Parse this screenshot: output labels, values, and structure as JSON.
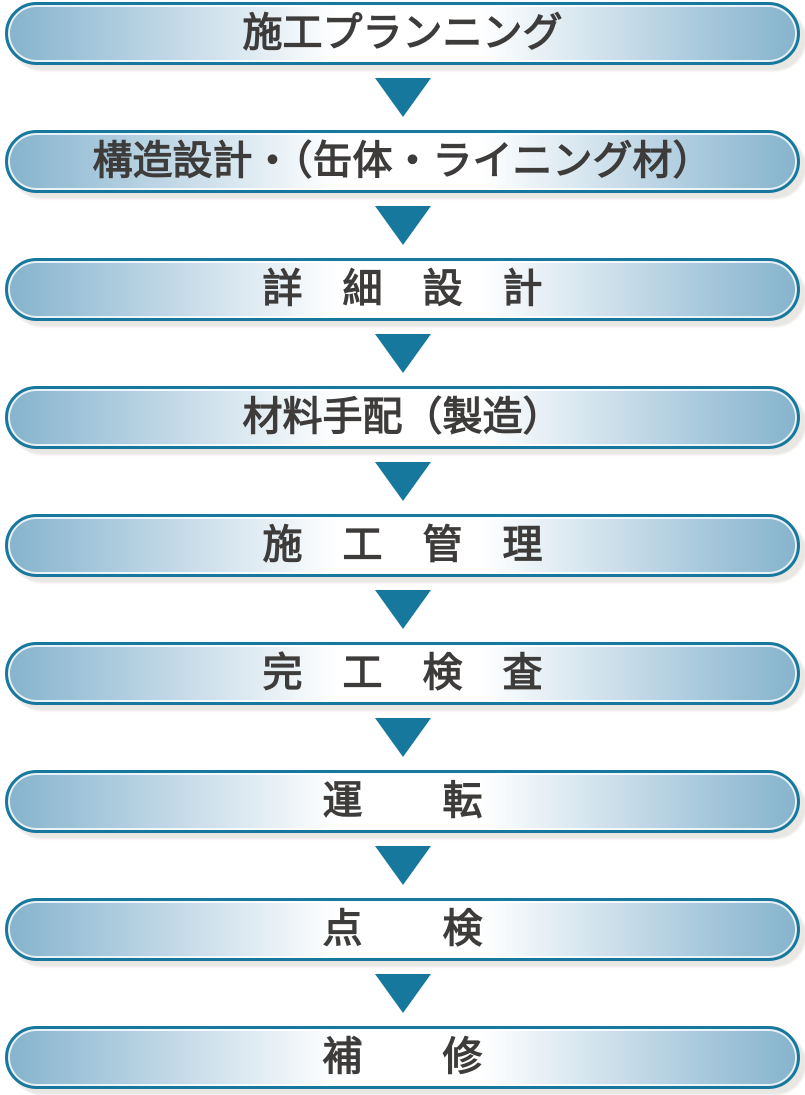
{
  "flowchart": {
    "type": "vertical-process-flow",
    "steps": [
      {
        "label": "施工プランニング"
      },
      {
        "label": "構造設計・（缶体・ライニング材）"
      },
      {
        "label": "詳　細　設　計"
      },
      {
        "label": "材料手配（製造）"
      },
      {
        "label": "施　工　管　理"
      },
      {
        "label": "完　工　検　査"
      },
      {
        "label": "運　　転"
      },
      {
        "label": "点　　検"
      },
      {
        "label": "補　　修"
      }
    ],
    "connector": "down-triangle-arrow",
    "colors": {
      "box_border": "#17789e",
      "box_fill_edge": "#86b3cd",
      "box_fill_center": "#ffffff",
      "arrow": "#17789e",
      "text": "#3e3c3b",
      "drop_shadow": "#e8e7e4",
      "background": "#ffffff"
    }
  }
}
